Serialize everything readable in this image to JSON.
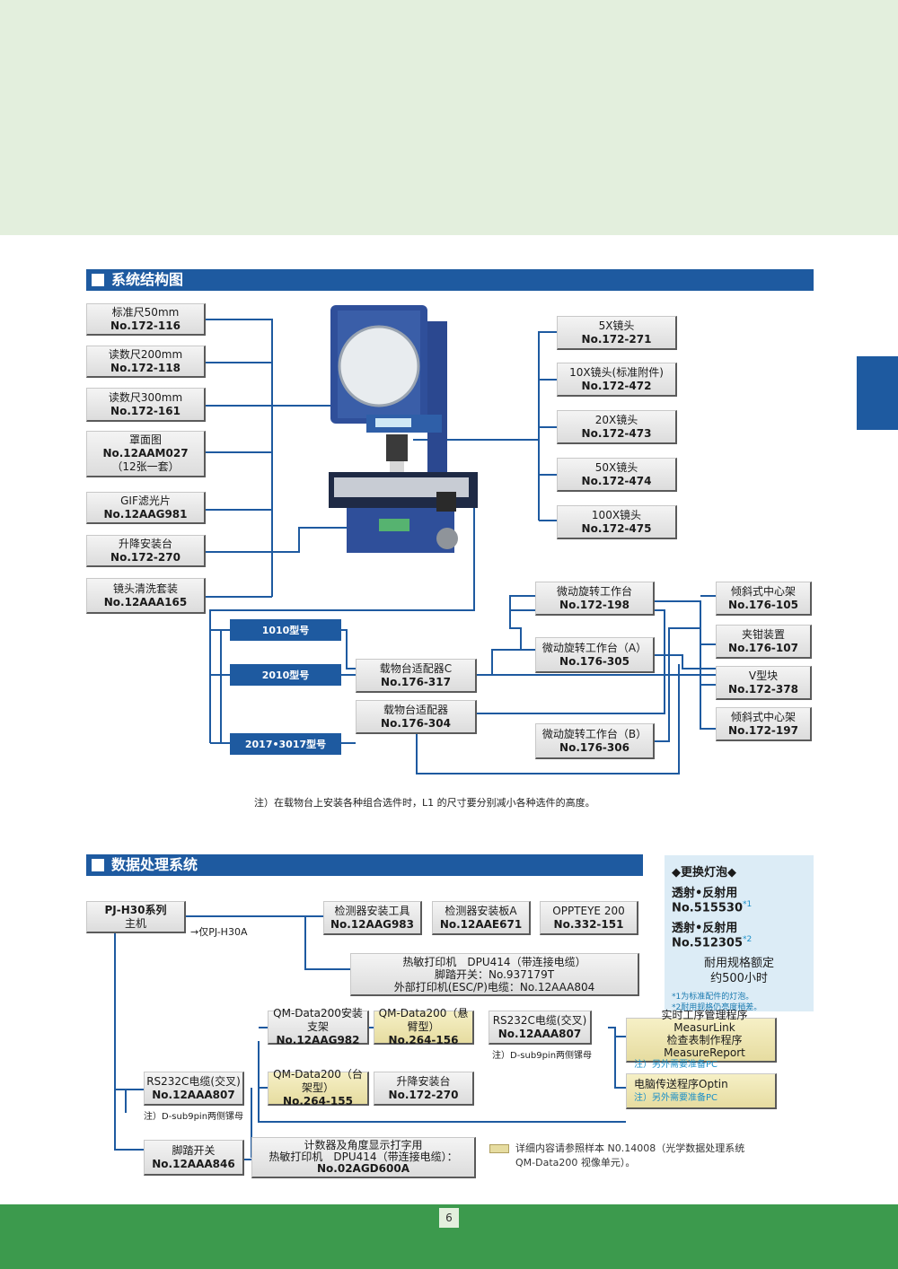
{
  "section1": {
    "title": "系统结构图"
  },
  "section2": {
    "title": "数据处理系统"
  },
  "left_items": [
    {
      "name": "标准尺50mm",
      "no": "No.172-116"
    },
    {
      "name": "读数尺200mm",
      "no": "No.172-118"
    },
    {
      "name": "读数尺300mm",
      "no": "No.172-161"
    },
    {
      "name": "罩面图",
      "no": "No.12AAM027",
      "extra": "（12张一套）"
    },
    {
      "name": "GIF滤光片",
      "no": "No.12AAG981"
    },
    {
      "name": "升降安装台",
      "no": "No.172-270"
    },
    {
      "name": "镜头清洗套装",
      "no": "No.12AAA165"
    }
  ],
  "lenses": [
    {
      "name": "5X镜头",
      "no": "No.172-271"
    },
    {
      "name": "10X镜头(标准附件)",
      "no": "No.172-472"
    },
    {
      "name": "20X镜头",
      "no": "No.172-473"
    },
    {
      "name": "50X镜头",
      "no": "No.172-474"
    },
    {
      "name": "100X镜头",
      "no": "No.172-475"
    }
  ],
  "models": [
    "1010型号",
    "2010型号",
    "2017•3017型号"
  ],
  "adapters": [
    {
      "name": "载物台适配器C",
      "no": "No.176-317"
    },
    {
      "name": "载物台适配器",
      "no": "No.176-304"
    }
  ],
  "rotary": [
    {
      "name": "微动旋转工作台",
      "no": "No.172-198"
    },
    {
      "name": "微动旋转工作台（A）",
      "no": "No.176-305"
    },
    {
      "name": "微动旋转工作台（B）",
      "no": "No.176-306"
    }
  ],
  "fixtures": [
    {
      "name": "倾斜式中心架",
      "no": "No.176-105"
    },
    {
      "name": "夹钳装置",
      "no": "No.176-107"
    },
    {
      "name": "V型块",
      "no": "No.172-378"
    },
    {
      "name": "倾斜式中心架",
      "no": "No.172-197"
    }
  ],
  "note1": "注）在载物台上安装各种组合选件时，L1 的尺寸要分别减小各种选件的高度。",
  "dp": {
    "main": {
      "name": "PJ-H30系列",
      "sub": "主机"
    },
    "main_note": "→仅PJ-H30A",
    "detector_tool": {
      "name": "检测器安装工具",
      "no": "No.12AAG983"
    },
    "detector_plate": {
      "name": "检测器安装板A",
      "no": "No.12AAE671"
    },
    "oppteye": {
      "name": "OPPTEYE 200",
      "no": "No.332-151"
    },
    "printer_l1": "热敏打印机　DPU414（带连接电缆）",
    "printer_l2": "脚踏开关：No.937179T",
    "printer_l3": "外部打印机(ESC/P)电缆：No.12AAA804",
    "qm_kit": {
      "name": "QM-Data200安装支架",
      "no": "No.12AAG982"
    },
    "qm_arm": {
      "name": "QM-Data200（悬臂型）",
      "no": "No.264-156"
    },
    "rs_top": {
      "name": "RS232C电缆(交叉)",
      "no": "No.12AAA807"
    },
    "rs_top_note": "注）D-sub9pin两侧镙母",
    "measurlink_l1": "实时工序管理程序MeasurLink",
    "measurlink_l2": "检查表制作程序MeasureReport",
    "measurlink_note": "注）另外需要准备PC",
    "optin": "电脑传送程序Optin",
    "optin_note": "注）另外需要准备PC",
    "rs_left": {
      "name": "RS232C电缆(交叉)",
      "no": "No.12AAA807"
    },
    "rs_left_note": "注）D-sub9pin两侧镙母",
    "qm_stand": {
      "name": "QM-Data200（台架型）",
      "no": "No.264-155"
    },
    "lift": {
      "name": "升降安装台",
      "no": "No.172-270"
    },
    "foot": {
      "name": "脚踏开关",
      "no": "No.12AAA846"
    },
    "counter_l1": "计数器及角度显示打字用",
    "counter_l2": "热敏打印机　DPU414（带连接电缆）：",
    "counter_no": "No.02AGD600A",
    "legend_l1": "详细内容请参照样本 N0.14008（光学数据处理系统",
    "legend_l2": "QM-Data200 视像单元）。"
  },
  "lamp": {
    "title": "◆更换灯泡◆",
    "r1": "透射•反射用 No.515530",
    "r1_sup": "*1",
    "r2": "透射•反射用 No.512305",
    "r2_sup": "*2",
    "life_l1": "耐用规格额定",
    "life_l2": "约500小时",
    "n1": "*1为标准配件的灯泡。",
    "n2": "*2耐用规格仍亮度稍差。"
  },
  "page_number": "6",
  "colors": {
    "brand_blue": "#1e5aa0",
    "green_band": "#3c9a4d",
    "light_green": "#e3efdd",
    "highlight": "#e6dca0"
  }
}
